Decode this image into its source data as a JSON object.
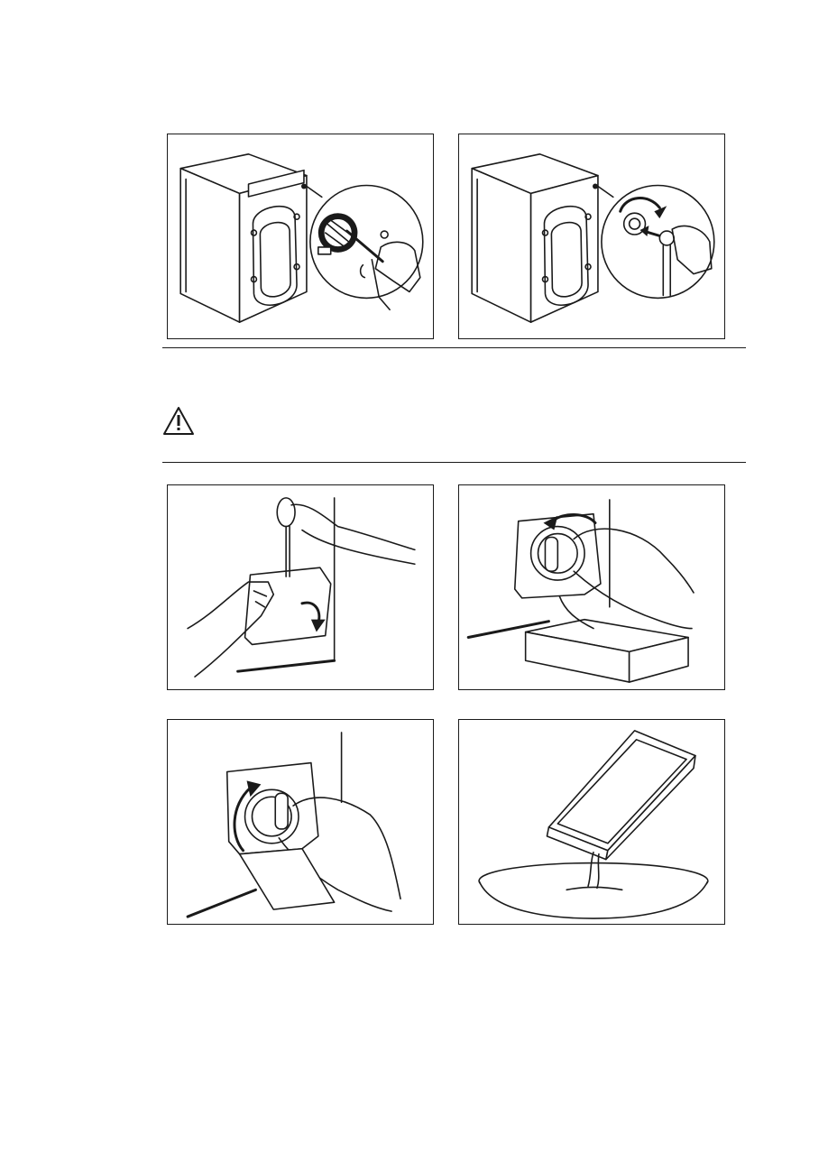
{
  "page": {
    "background": "#ffffff",
    "line_color": "#1a1a1a"
  },
  "figures": [
    {
      "id": "fig-clean-inlet-filter",
      "icon": "washing-machine-inlet-filter-cleaning"
    },
    {
      "id": "fig-reconnect-inlet-hose",
      "icon": "washing-machine-hose-reconnect"
    },
    {
      "id": "fig-open-filter-flap",
      "icon": "screwdriver-open-flap"
    },
    {
      "id": "fig-turn-filter-drain",
      "icon": "filter-counterclockwise-drain"
    },
    {
      "id": "fig-turn-filter-close",
      "icon": "filter-clockwise-close"
    },
    {
      "id": "fig-empty-tray",
      "icon": "tray-pour-into-bowl"
    }
  ],
  "warning": {
    "icon": "warning-triangle-icon"
  }
}
